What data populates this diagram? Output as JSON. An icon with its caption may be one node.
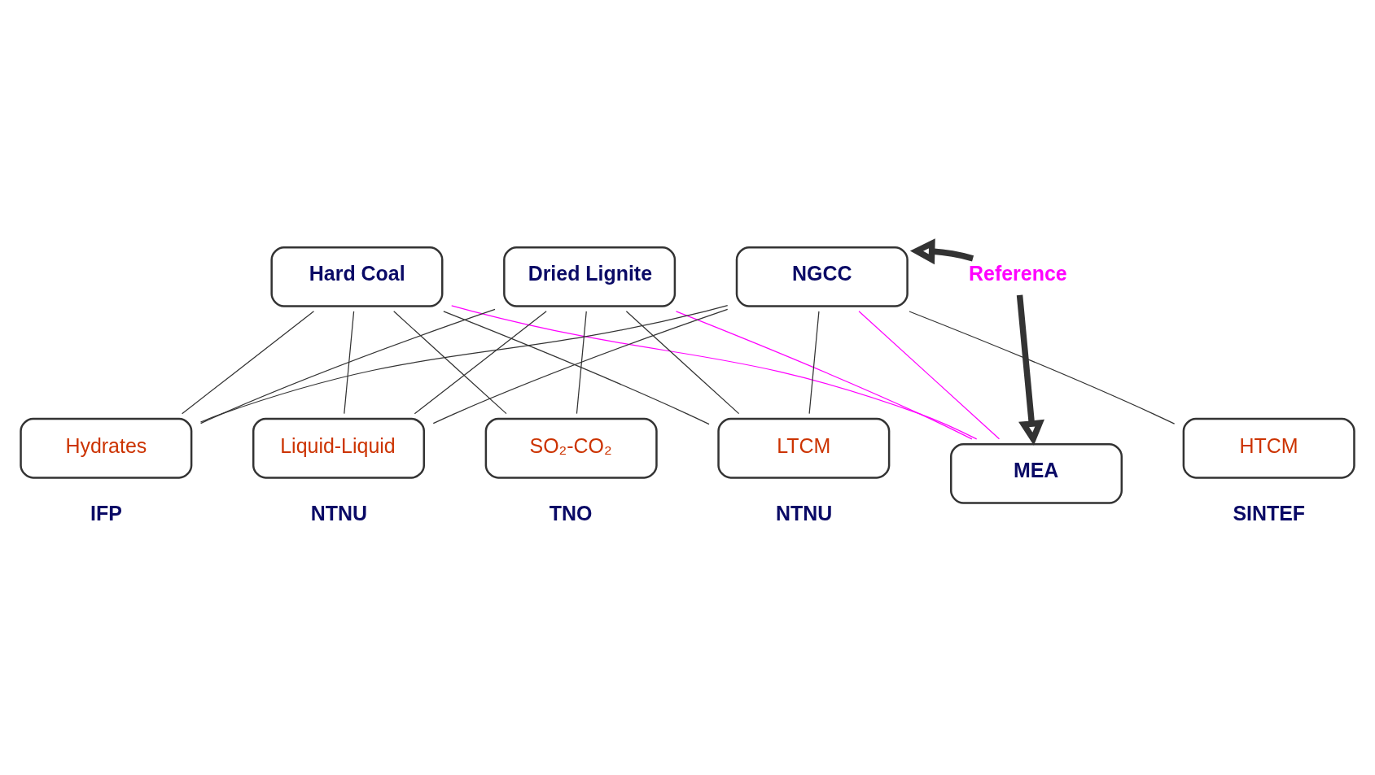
{
  "diagram": {
    "nodes": [
      {
        "text": [
          "Hard Coal"
        ]
      },
      {
        "text": [
          "Dried Lignite"
        ]
      },
      {
        "text": [
          "NGCC"
        ]
      },
      {
        "text": [
          "Reference"
        ]
      },
      {
        "text": [
          "MEA"
        ]
      },
      {
        "text": [
          "Hydrates"
        ],
        "beside": [
          "IFP"
        ]
      },
      {
        "text": [
          "Liquid-Liquid"
        ],
        "beside": [
          "NTNU"
        ]
      },
      {
        "text": [
          "SO₂-CO₂"
        ],
        "beside": [
          "TNO"
        ]
      },
      {
        "text": [
          "LTCM"
        ],
        "beside": [
          "NTNU"
        ]
      },
      {
        "text": [
          "HTCM"
        ],
        "beside": [
          "SINTEF"
        ]
      }
    ],
    "edges": [
      {
        "from": 0,
        "to": 5,
        "arrow": "none"
      },
      {
        "from": 0,
        "to": 6,
        "arrow": "none"
      },
      {
        "from": 0,
        "to": 7,
        "arrow": "none"
      },
      {
        "from": 0,
        "to": 8,
        "arrow": "none"
      },
      {
        "from": 0,
        "to": 4,
        "arrow": "none",
        "color": "#ff00ff"
      },
      {
        "from": 1,
        "to": 5,
        "arrow": "none"
      },
      {
        "from": 1,
        "to": 6,
        "arrow": "none"
      },
      {
        "from": 1,
        "to": 7,
        "arrow": "none"
      },
      {
        "from": 1,
        "to": 8,
        "arrow": "none"
      },
      {
        "from": 1,
        "to": 4,
        "arrow": "none",
        "color": "#ff00ff"
      },
      {
        "from": 2,
        "to": 5,
        "arrow": "none"
      },
      {
        "from": 2,
        "to": 6,
        "arrow": "none"
      },
      {
        "from": 2,
        "to": 8,
        "arrow": "none"
      },
      {
        "from": 2,
        "to": 9,
        "arrow": "none"
      },
      {
        "from": 2,
        "to": 4,
        "arrow": "none",
        "color": "#ff00ff"
      },
      {
        "from": 3,
        "to": 2,
        "arrow": "to",
        "style": "thick"
      },
      {
        "from": 3,
        "to": 4,
        "arrow": "to",
        "style": "thick"
      }
    ]
  }
}
